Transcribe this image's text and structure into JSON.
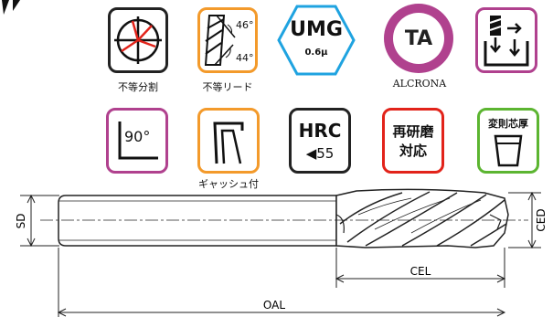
{
  "badges": {
    "equal_division": {
      "caption": "不等分割"
    },
    "unequal_lead": {
      "angle_top": "46°",
      "angle_bottom": "44°",
      "caption": "不等リード"
    },
    "umg": {
      "title": "UMG",
      "sub": "0.6μ"
    },
    "coating": {
      "label": "TA",
      "caption": "ALCRONA"
    },
    "machining_direction": {},
    "shank_angle": {
      "label": "90°"
    },
    "gash": {
      "caption": "ギャッシュ付"
    },
    "hrc": {
      "title": "HRC",
      "value": "◀55"
    },
    "regrind": {
      "line1": "再研磨",
      "line2": "対応"
    },
    "variable_core": {
      "title": "変則芯厚"
    }
  },
  "drawing": {
    "sd_label": "SD",
    "ced_label": "CED",
    "cel_label": "CEL",
    "oal_label": "OAL"
  },
  "colors": {
    "black": "#222222",
    "red": "#e2231a",
    "orange": "#f39a2b",
    "blue": "#1fa3e0",
    "purple": "#b0418e",
    "green": "#5cb531"
  }
}
